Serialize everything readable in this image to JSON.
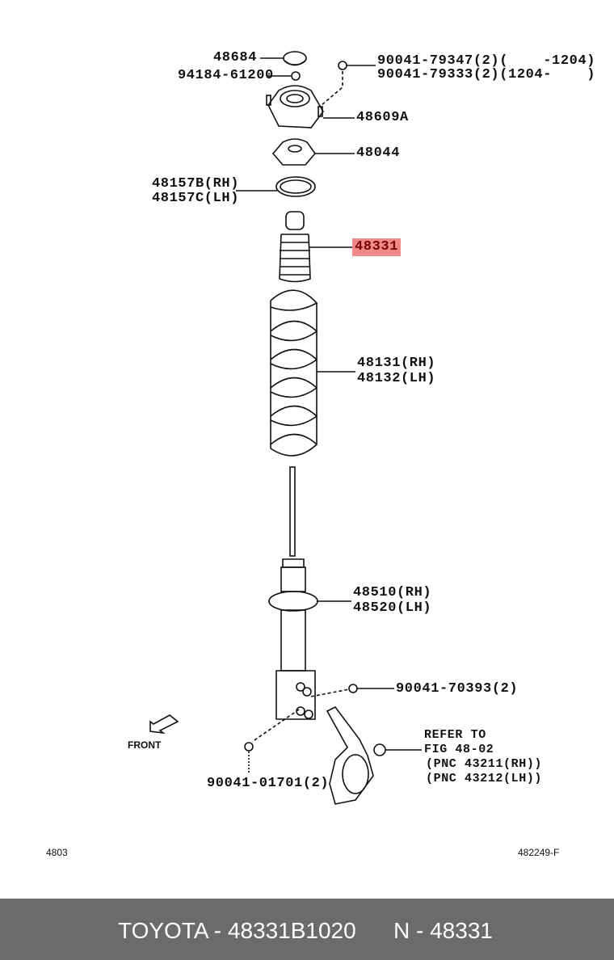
{
  "labels": {
    "cap": "48684",
    "cap_nut": "94184-61200",
    "nut_a": "90041-79347(2)(    -1204)",
    "nut_b": "90041-79333(2)(1204-    )",
    "support": "48609A",
    "bearing": "48044",
    "insulator_rh": "48157B(RH)",
    "insulator_lh": "48157C(LH)",
    "bumper": "48331",
    "spring_rh": "48131(RH)",
    "spring_lh": "48132(LH)",
    "absorber_rh": "48510(RH)",
    "absorber_lh": "48520(LH)",
    "nut_c": "90041-70393(2)",
    "bolt": "90041-01701(2)",
    "front": "FRONT",
    "refer_1": "REFER TO",
    "refer_2": "FIG 48-02",
    "refer_3": "(PNC 43211(RH))",
    "refer_4": "(PNC 43212(LH))",
    "fig_left": "4803",
    "fig_right": "482249-F"
  },
  "icons": {
    "nut_marker": "N",
    "bolt_marker": "B"
  },
  "highlight_color": "#f08a8a",
  "footer": {
    "part": "TOYOTA - 48331B1020",
    "pnc": "N - 48331"
  }
}
